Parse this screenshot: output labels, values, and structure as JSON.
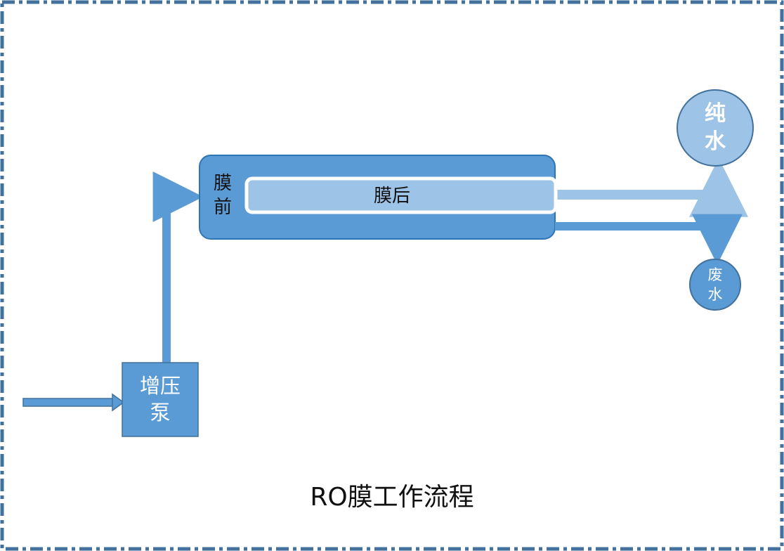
{
  "diagram": {
    "title": "RO膜工作流程",
    "nodes": {
      "pump": "增压泵",
      "pre_membrane": "膜前",
      "post_membrane": "膜后",
      "pure_water": "纯水",
      "waste_water": "废水"
    },
    "colors": {
      "frame": "#41719c",
      "pump_fill": "#5b9bd5",
      "membrane_fill": "#5b9bd5",
      "membrane_stroke": "#2e75b6",
      "post_fill": "#9dc3e6",
      "pure_fill": "#9dc3e6",
      "waste_fill": "#5b9bd5",
      "pipe_main": "#5b9bd5",
      "pipe_pure": "#9dc3e6"
    },
    "edges": [
      {
        "from": "inlet",
        "to": "pump"
      },
      {
        "from": "pump",
        "to": "pre_membrane"
      },
      {
        "from": "post_membrane",
        "to": "pure_water"
      },
      {
        "from": "pre_membrane",
        "to": "waste_water"
      }
    ]
  }
}
